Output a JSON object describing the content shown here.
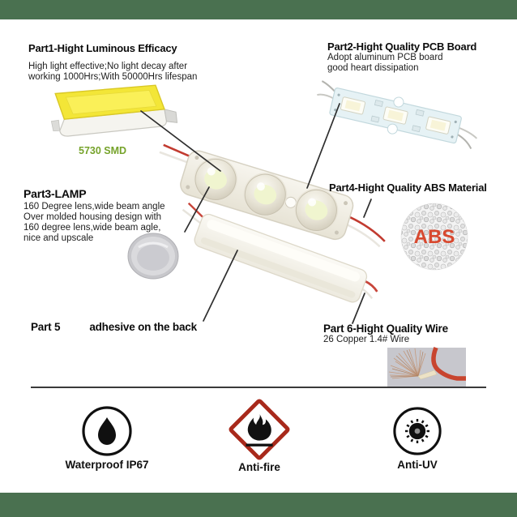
{
  "page": {
    "top_bar_color": "#4a7150",
    "bottom_bar_color": "#4a7150",
    "background": "#ffffff"
  },
  "parts": {
    "part1": {
      "title": "Part1-Hight Luminous Efficacy",
      "desc": [
        "High light effective;No light decay after",
        "working 1000Hrs;With 50000Hrs lifespan"
      ],
      "image_caption": "5730 SMD",
      "caption_color": "#76a32b"
    },
    "part2": {
      "title": "Part2-Hight Quality PCB Board",
      "desc": [
        "Adopt aluminum PCB board",
        "good heart dissipation"
      ]
    },
    "part3": {
      "title": "Part3-LAMP",
      "desc": [
        "160 Degree lens,wide beam angle",
        "Over molded housing design with",
        "160 degree lens,wide beam agle,",
        "nice and upscale"
      ]
    },
    "part4": {
      "title": "Part4-Hight Quality ABS Material",
      "material_label": "ABS",
      "material_label_color": "#d8492f"
    },
    "part5": {
      "label": "Part 5",
      "desc": "adhesive on the back"
    },
    "part6": {
      "title": "Part 6-Hight Quality Wire",
      "desc": "26 Copper 1.4# Wire"
    }
  },
  "features": [
    {
      "icon": "waterproof-drop-icon",
      "label": "Waterproof IP67"
    },
    {
      "icon": "anti-fire-flame-icon",
      "label": "Anti-fire",
      "diamond_color": "#a8291b"
    },
    {
      "icon": "anti-uv-sun-icon",
      "label": "Anti-UV"
    }
  ]
}
